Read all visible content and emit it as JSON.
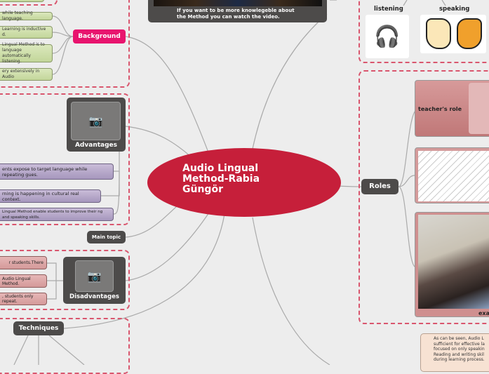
{
  "central": {
    "title": "Audio Lingual Method-Rabia Güngör"
  },
  "video": {
    "caption": "If you want to be more knowlegeble about the Method you can watch the video."
  },
  "background": {
    "label": "Background",
    "items": [
      "while teaching language.",
      "Learning is inductive d.",
      "Lingual Method is to language automatically listening.",
      "ery extensively in Audio"
    ]
  },
  "advantages": {
    "label": "Advantages",
    "items": [
      "ents expose to target language while repeating gues.",
      "rning is happening in cultural real  context.",
      "Lingual Method enable students to improve their ng and speaking skills."
    ]
  },
  "main_topic": {
    "label": "Main topic"
  },
  "disadvantages": {
    "label": "Disadvantages",
    "items": [
      "r students.There",
      "Audio Lingual Method.",
      ", students only repeat."
    ]
  },
  "techniques": {
    "label": "Techniques"
  },
  "skills": {
    "listening": "listening",
    "speaking": "speaking"
  },
  "roles": {
    "label": "Roles",
    "teacher_role": "teacher's role",
    "example_label": "exa"
  },
  "conclusion": {
    "text": "As can be seen, Audio L sufficient for effective la focused on only speakin Reading and writing skil during learning process."
  },
  "colors": {
    "central": "#c61f3a",
    "background": "#e8146e",
    "dark_node": "#4d4b4a",
    "dash": "#d9566e"
  }
}
